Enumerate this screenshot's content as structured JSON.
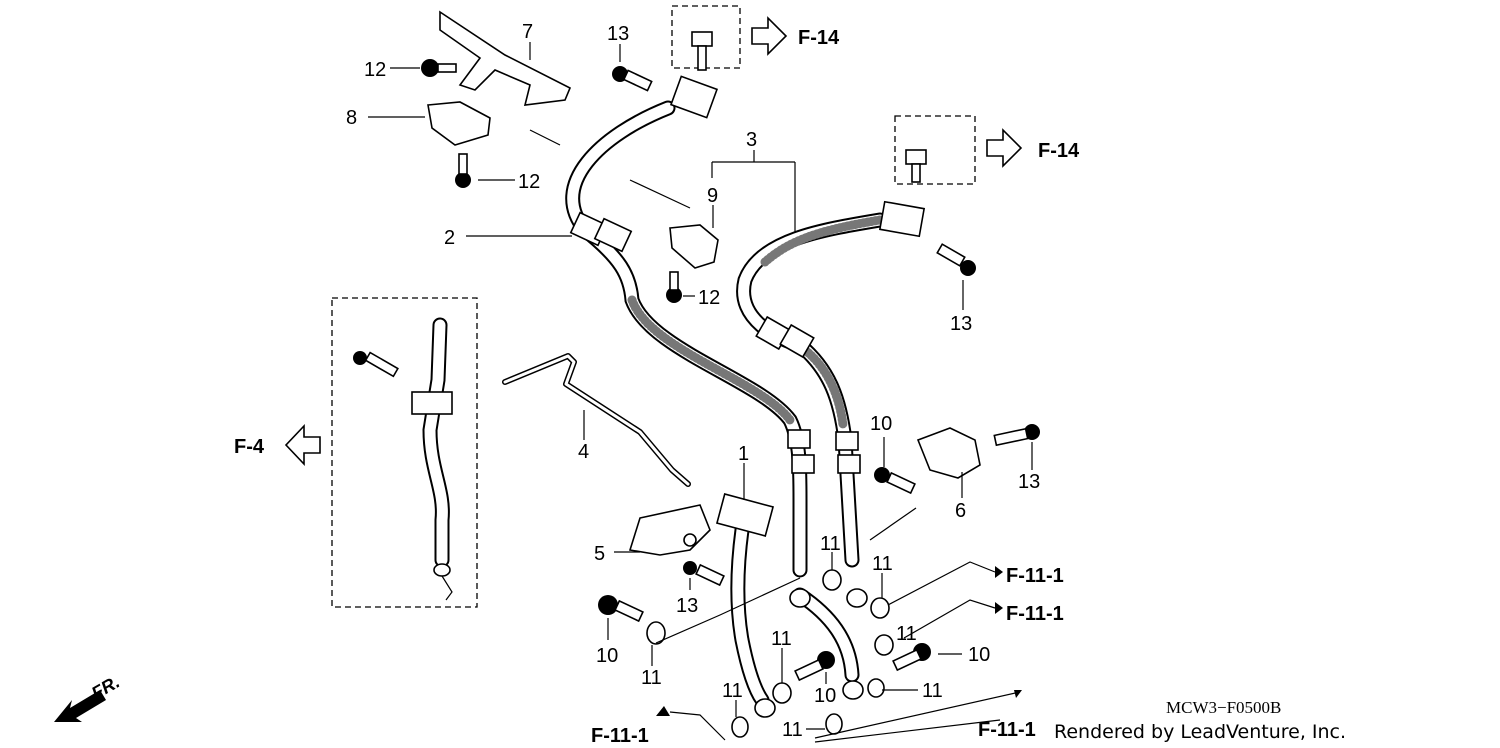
{
  "callouts": {
    "c1": "1",
    "c2": "2",
    "c3": "3",
    "c4": "4",
    "c5": "5",
    "c6": "6",
    "c7": "7",
    "c8": "8",
    "c9": "9",
    "c10a": "10",
    "c10b": "10",
    "c10c": "10",
    "c10d": "10",
    "c11a": "11",
    "c11b": "11",
    "c11c": "11",
    "c11d": "11",
    "c11e": "11",
    "c11f": "11",
    "c11g": "11",
    "c11h": "11",
    "c12a": "12",
    "c12b": "12",
    "c12c": "12",
    "c13a": "13",
    "c13b": "13",
    "c13c": "13",
    "c13d": "13"
  },
  "references": {
    "f14_top": "F-14",
    "f14_right": "F-14",
    "f4": "F-4",
    "f111_a": "F-11-1",
    "f111_b": "F-11-1",
    "f111_c": "F-11-1",
    "f111_d": "F-11-1"
  },
  "front_indicator": "FR.",
  "diagram_code": "MCW3−F0500B",
  "credit": "Rendered by LeadVenture, Inc."
}
